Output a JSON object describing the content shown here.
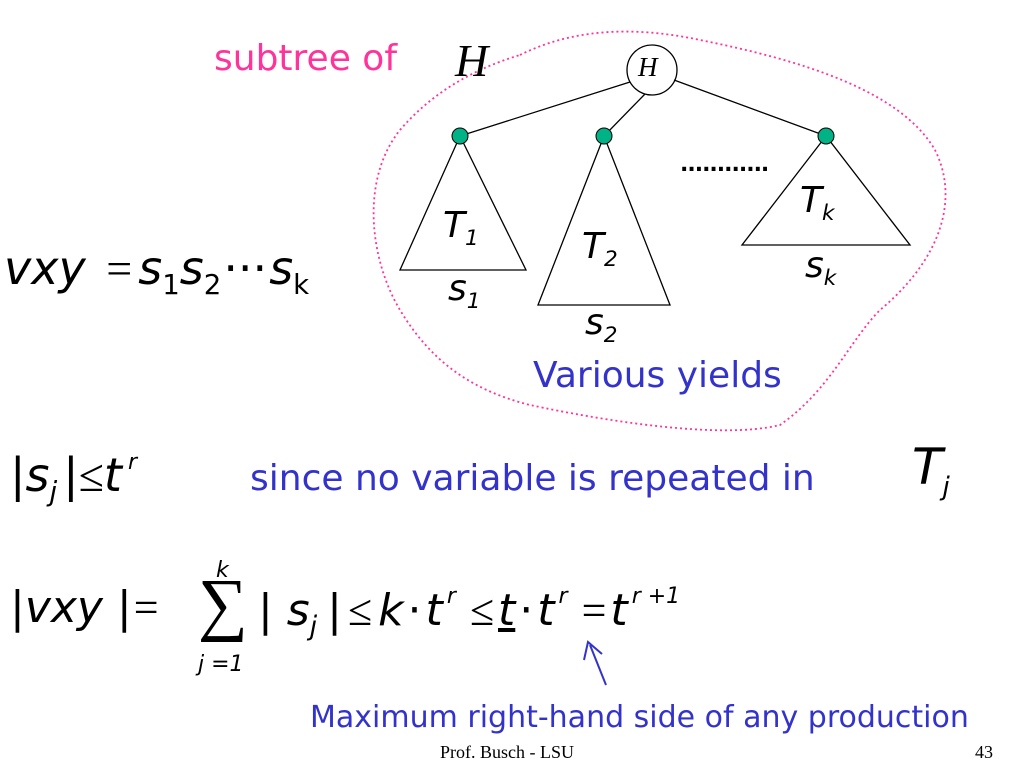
{
  "labels": {
    "subtree_prefix": "subtree of",
    "subtree_var": "H",
    "various_yields": "Various yields",
    "since_text": "since no variable is repeated in",
    "max_rhs": "Maximum right-hand side of any production",
    "footer_author": "Prof. Busch - LSU",
    "page_number": "43"
  },
  "tree": {
    "root": "H",
    "dots": "............",
    "subtrees": [
      {
        "T": "T",
        "T_sub": "1",
        "s": "s",
        "s_sub": "1"
      },
      {
        "T": "T",
        "T_sub": "2",
        "s": "s",
        "s_sub": "2"
      },
      {
        "T": "T",
        "T_sub": "k",
        "s": "s",
        "s_sub": "k"
      }
    ]
  },
  "equation1": {
    "lhs": "vxy",
    "eq": "=",
    "s": "s",
    "sub1": "1",
    "sub2": "2",
    "cdots": "⋅⋅⋅",
    "subk": "k"
  },
  "inequality": {
    "bar": "|",
    "s": "s",
    "sub": "j",
    "leq": "≤",
    "t": "t",
    "exp": "r",
    "T": "T",
    "T_sub": "j"
  },
  "equation2": {
    "lhs": "|vxy |",
    "eq": "=",
    "sum_top": "k",
    "sum": "∑",
    "sum_bottom": "j =1",
    "term": "| s",
    "term_sub": "j",
    "term_close": "|",
    "leq1": "≤",
    "k": "k",
    "dot": "·",
    "t": "t",
    "r": "r",
    "leq2": "≤",
    "t2": "t",
    "dot2": "·",
    "t3": "t",
    "r2": "r",
    "eq2": "=",
    "t4": "t",
    "r_plus_1": "r +1"
  },
  "colors": {
    "pink": "#ff3399",
    "blue": "#3333cc",
    "node_fill": "#00b386"
  }
}
